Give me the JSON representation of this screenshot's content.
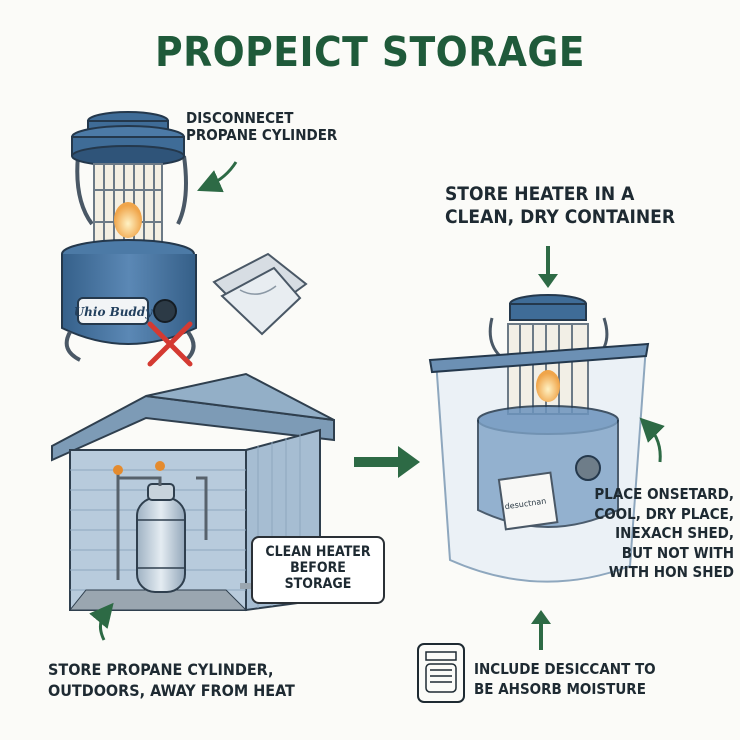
{
  "title": "PROPEICT STORAGE",
  "labels": {
    "disconnect": "DISCONNECET\nPROPANE CYLINDER",
    "store_container": "STORE HEATER IN A\nCLEAN, DRY CONTAINER",
    "clean_heater": "CLEAN HEATER\nBEFORE\nSTORAGE",
    "store_propane": "STORE PROPANE CYLINDER,\nOUTDOORS, AWAY FROM HEAT",
    "place": "PLACE ONSETARD,\nCOOL, DRY PLACE,\nINEXACH SHED,\nBUT NOT WITH\nWITH HON SHED",
    "include_desiccant": "INCLUDE DESICCANT TO\nBE AHSORB MOISTURE"
  },
  "heater_brand": "Uhio Buddy",
  "desiccant_packet_text": "desuctnan",
  "colors": {
    "title_green": "#1f5a3a",
    "arrow_green": "#2d6a45",
    "heater_blue": "#3f6c97",
    "red_x": "#d43a32"
  },
  "icons": [
    "cross-mark-icon",
    "dehumidifier-icon",
    "arrow-icon"
  ]
}
